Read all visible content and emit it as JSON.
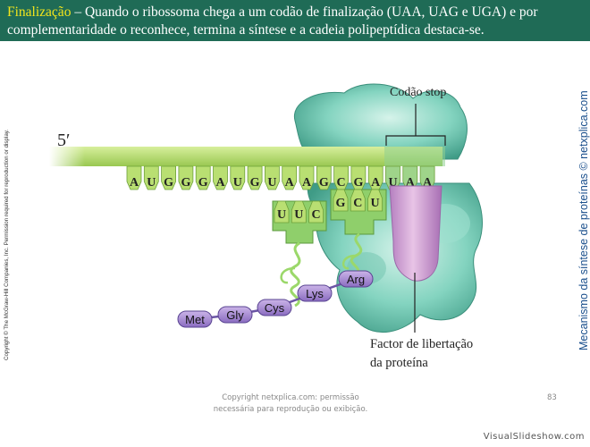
{
  "header": {
    "term": "Finalização",
    "text": " – Quando o ribossoma chega a um codão de finalização (UAA, UAG e UGA) e por complementaridade o reconhece, termina a síntese e a cadeia polipeptídica destaca-se."
  },
  "copyright_side": "Copyright © The McGraw-Hill Companies, Inc. Permission required for reproduction or display.",
  "side_title": "Mecanismo da síntese de proteínas © netxplica.com",
  "diagram": {
    "five_prime": "5′",
    "codao_stop": "Codão stop",
    "mrna_bases": [
      "A",
      "U",
      "G",
      "G",
      "G",
      "A",
      "U",
      "G",
      "U",
      "A",
      "A",
      "G",
      "C",
      "G",
      "A",
      "U",
      "A",
      "A"
    ],
    "anticodon_1": [
      "U",
      "U",
      "C"
    ],
    "anticodon_2": [
      "G",
      "C",
      "U"
    ],
    "release_label_line1": "Factor de libertação",
    "release_label_line2": "da proteína",
    "peptide": [
      "Met",
      "Gly",
      "Cys",
      "Lys",
      "Arg"
    ]
  },
  "footer": {
    "line1": "Copyright netxplica.com: permissão",
    "line2": "necessária para reprodução ou exibição.",
    "page_number": "83"
  },
  "watermark": "VisualSlideshow.com",
  "colors": {
    "header_bg": "#1f6b56",
    "highlight": "#f2e51c",
    "side_title": "#1a4f8c",
    "mrna": "#b5dc6a",
    "ribosome": "#7ed1be",
    "release_factor": "#d7a8d6"
  }
}
